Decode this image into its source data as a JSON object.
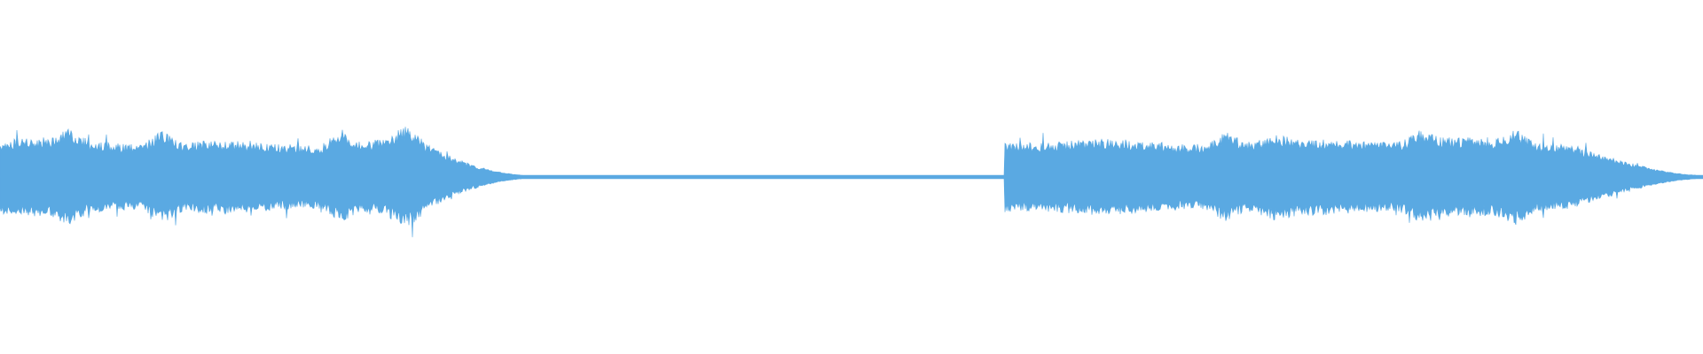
{
  "waveform": {
    "color": "#5aa9e2",
    "background": "#ffffff",
    "segments": [
      {
        "start": 0.0,
        "end": 0.245,
        "level": 0.7,
        "fade_out_to": 0.31
      },
      {
        "start": 0.31,
        "end": 0.59,
        "level": 0.035
      },
      {
        "start": 0.59,
        "end": 0.92,
        "level": 0.72,
        "fade_out_to": 1.0
      }
    ],
    "peaks": [
      {
        "pos": 0.04,
        "level": 0.95
      },
      {
        "pos": 0.095,
        "level": 0.93
      },
      {
        "pos": 0.2,
        "level": 0.9
      },
      {
        "pos": 0.238,
        "level": 1.0
      },
      {
        "pos": 0.72,
        "level": 0.9
      },
      {
        "pos": 0.75,
        "level": 0.87
      },
      {
        "pos": 0.835,
        "level": 0.94
      },
      {
        "pos": 0.89,
        "level": 0.96
      }
    ]
  }
}
